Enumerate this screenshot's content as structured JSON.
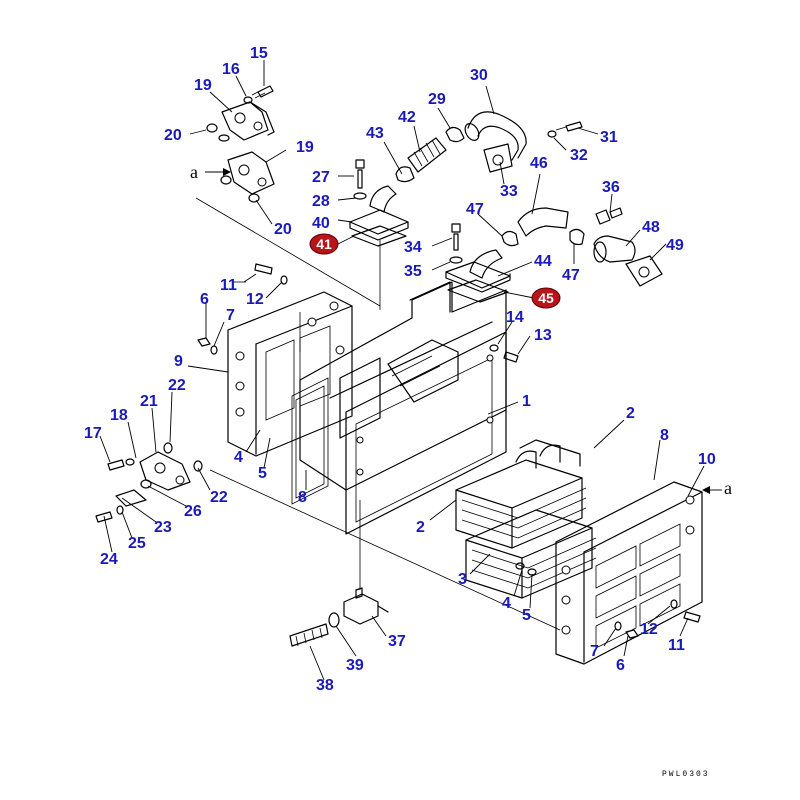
{
  "callouts": [
    {
      "id": "c15",
      "text": "15"
    },
    {
      "id": "c16",
      "text": "16"
    },
    {
      "id": "c19a",
      "text": "19"
    },
    {
      "id": "c20a",
      "text": "20"
    },
    {
      "id": "c19b",
      "text": "19"
    },
    {
      "id": "c20b",
      "text": "20"
    },
    {
      "id": "c30",
      "text": "30"
    },
    {
      "id": "c29",
      "text": "29"
    },
    {
      "id": "c42",
      "text": "42"
    },
    {
      "id": "c43",
      "text": "43"
    },
    {
      "id": "c31",
      "text": "31"
    },
    {
      "id": "c32",
      "text": "32"
    },
    {
      "id": "c33",
      "text": "33"
    },
    {
      "id": "c46",
      "text": "46"
    },
    {
      "id": "c27",
      "text": "27"
    },
    {
      "id": "c28",
      "text": "28"
    },
    {
      "id": "c40",
      "text": "40"
    },
    {
      "id": "c36",
      "text": "36"
    },
    {
      "id": "c47a",
      "text": "47"
    },
    {
      "id": "c48",
      "text": "48"
    },
    {
      "id": "c49",
      "text": "49"
    },
    {
      "id": "c34",
      "text": "34"
    },
    {
      "id": "c35",
      "text": "35"
    },
    {
      "id": "c44",
      "text": "44"
    },
    {
      "id": "c47b",
      "text": "47"
    },
    {
      "id": "c11a",
      "text": "11"
    },
    {
      "id": "c12a",
      "text": "12"
    },
    {
      "id": "c6a",
      "text": "6"
    },
    {
      "id": "c7a",
      "text": "7"
    },
    {
      "id": "c14",
      "text": "14"
    },
    {
      "id": "c13",
      "text": "13"
    },
    {
      "id": "c9",
      "text": "9"
    },
    {
      "id": "c21",
      "text": "21"
    },
    {
      "id": "c22a",
      "text": "22"
    },
    {
      "id": "c18",
      "text": "18"
    },
    {
      "id": "c17",
      "text": "17"
    },
    {
      "id": "c1",
      "text": "1"
    },
    {
      "id": "c2a",
      "text": "2"
    },
    {
      "id": "c8a",
      "text": "8"
    },
    {
      "id": "c4a",
      "text": "4"
    },
    {
      "id": "c5a",
      "text": "5"
    },
    {
      "id": "c10",
      "text": "10"
    },
    {
      "id": "c22b",
      "text": "22"
    },
    {
      "id": "c26",
      "text": "26"
    },
    {
      "id": "c8b",
      "text": "8"
    },
    {
      "id": "c23",
      "text": "23"
    },
    {
      "id": "c25",
      "text": "25"
    },
    {
      "id": "c24",
      "text": "24"
    },
    {
      "id": "c2b",
      "text": "2"
    },
    {
      "id": "c3",
      "text": "3"
    },
    {
      "id": "c4b",
      "text": "4"
    },
    {
      "id": "c5b",
      "text": "5"
    },
    {
      "id": "c12b",
      "text": "12"
    },
    {
      "id": "c11b",
      "text": "11"
    },
    {
      "id": "c7b",
      "text": "7"
    },
    {
      "id": "c6b",
      "text": "6"
    },
    {
      "id": "c37",
      "text": "37"
    },
    {
      "id": "c39",
      "text": "39"
    },
    {
      "id": "c38",
      "text": "38"
    }
  ],
  "badges": [
    {
      "id": "b41",
      "text": "41"
    },
    {
      "id": "b45",
      "text": "45"
    }
  ],
  "letters": {
    "a_left": "a",
    "a_right": "a"
  },
  "drawing_code": "PWL0303",
  "colors": {
    "callout": "#1a1ab8",
    "badge": "#b8141a"
  }
}
